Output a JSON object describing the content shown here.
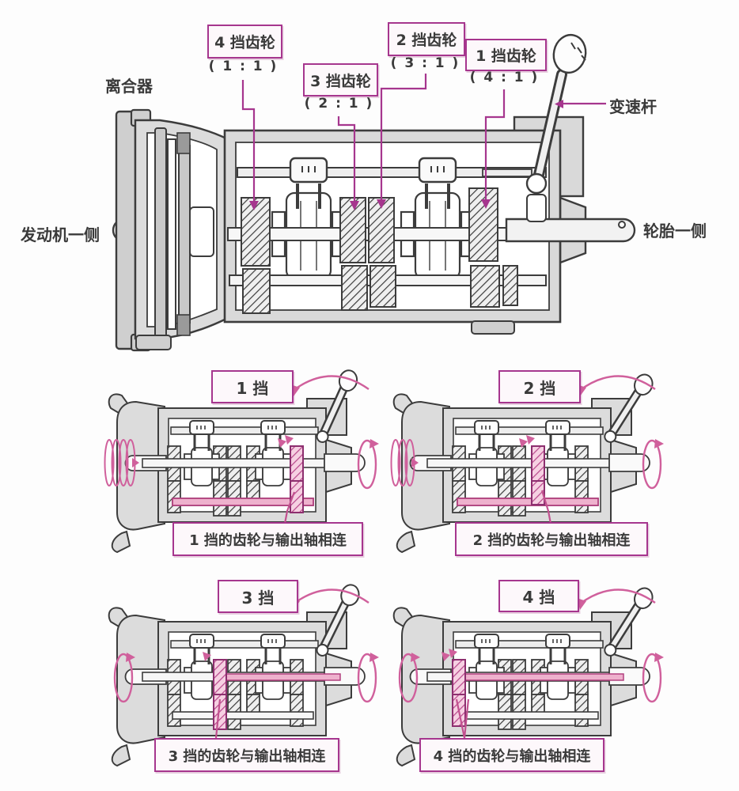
{
  "figure": {
    "kind": "manual-transmission-cutaway-diagram",
    "accent_color": "#a6368e",
    "pink_color": "#d0609c",
    "line_color": "#3c3c3c"
  },
  "main": {
    "clutch_label": "离合器",
    "shift_lever_label": "变速杆",
    "engine_side_label": "发动机一侧",
    "tire_side_label": "轮胎一侧",
    "gear4": {
      "label": "4 挡齿轮",
      "ratio": "( 1 : 1 )"
    },
    "gear3": {
      "label": "3 挡齿轮",
      "ratio": "( 2 : 1 )"
    },
    "gear2": {
      "label": "2 挡齿轮",
      "ratio": "( 3 : 1 )"
    },
    "gear1": {
      "label": "1 挡齿轮",
      "ratio": "( 4 : 1 )"
    }
  },
  "subs": [
    {
      "title": "1 挡",
      "caption": "1 挡的齿轮与输出轴相连"
    },
    {
      "title": "2 挡",
      "caption": "2 挡的齿轮与输出轴相连"
    },
    {
      "title": "3 挡",
      "caption": "3 挡的齿轮与输出轴相连"
    },
    {
      "title": "4 挡",
      "caption": "4 挡的齿轮与输出轴相连"
    }
  ]
}
